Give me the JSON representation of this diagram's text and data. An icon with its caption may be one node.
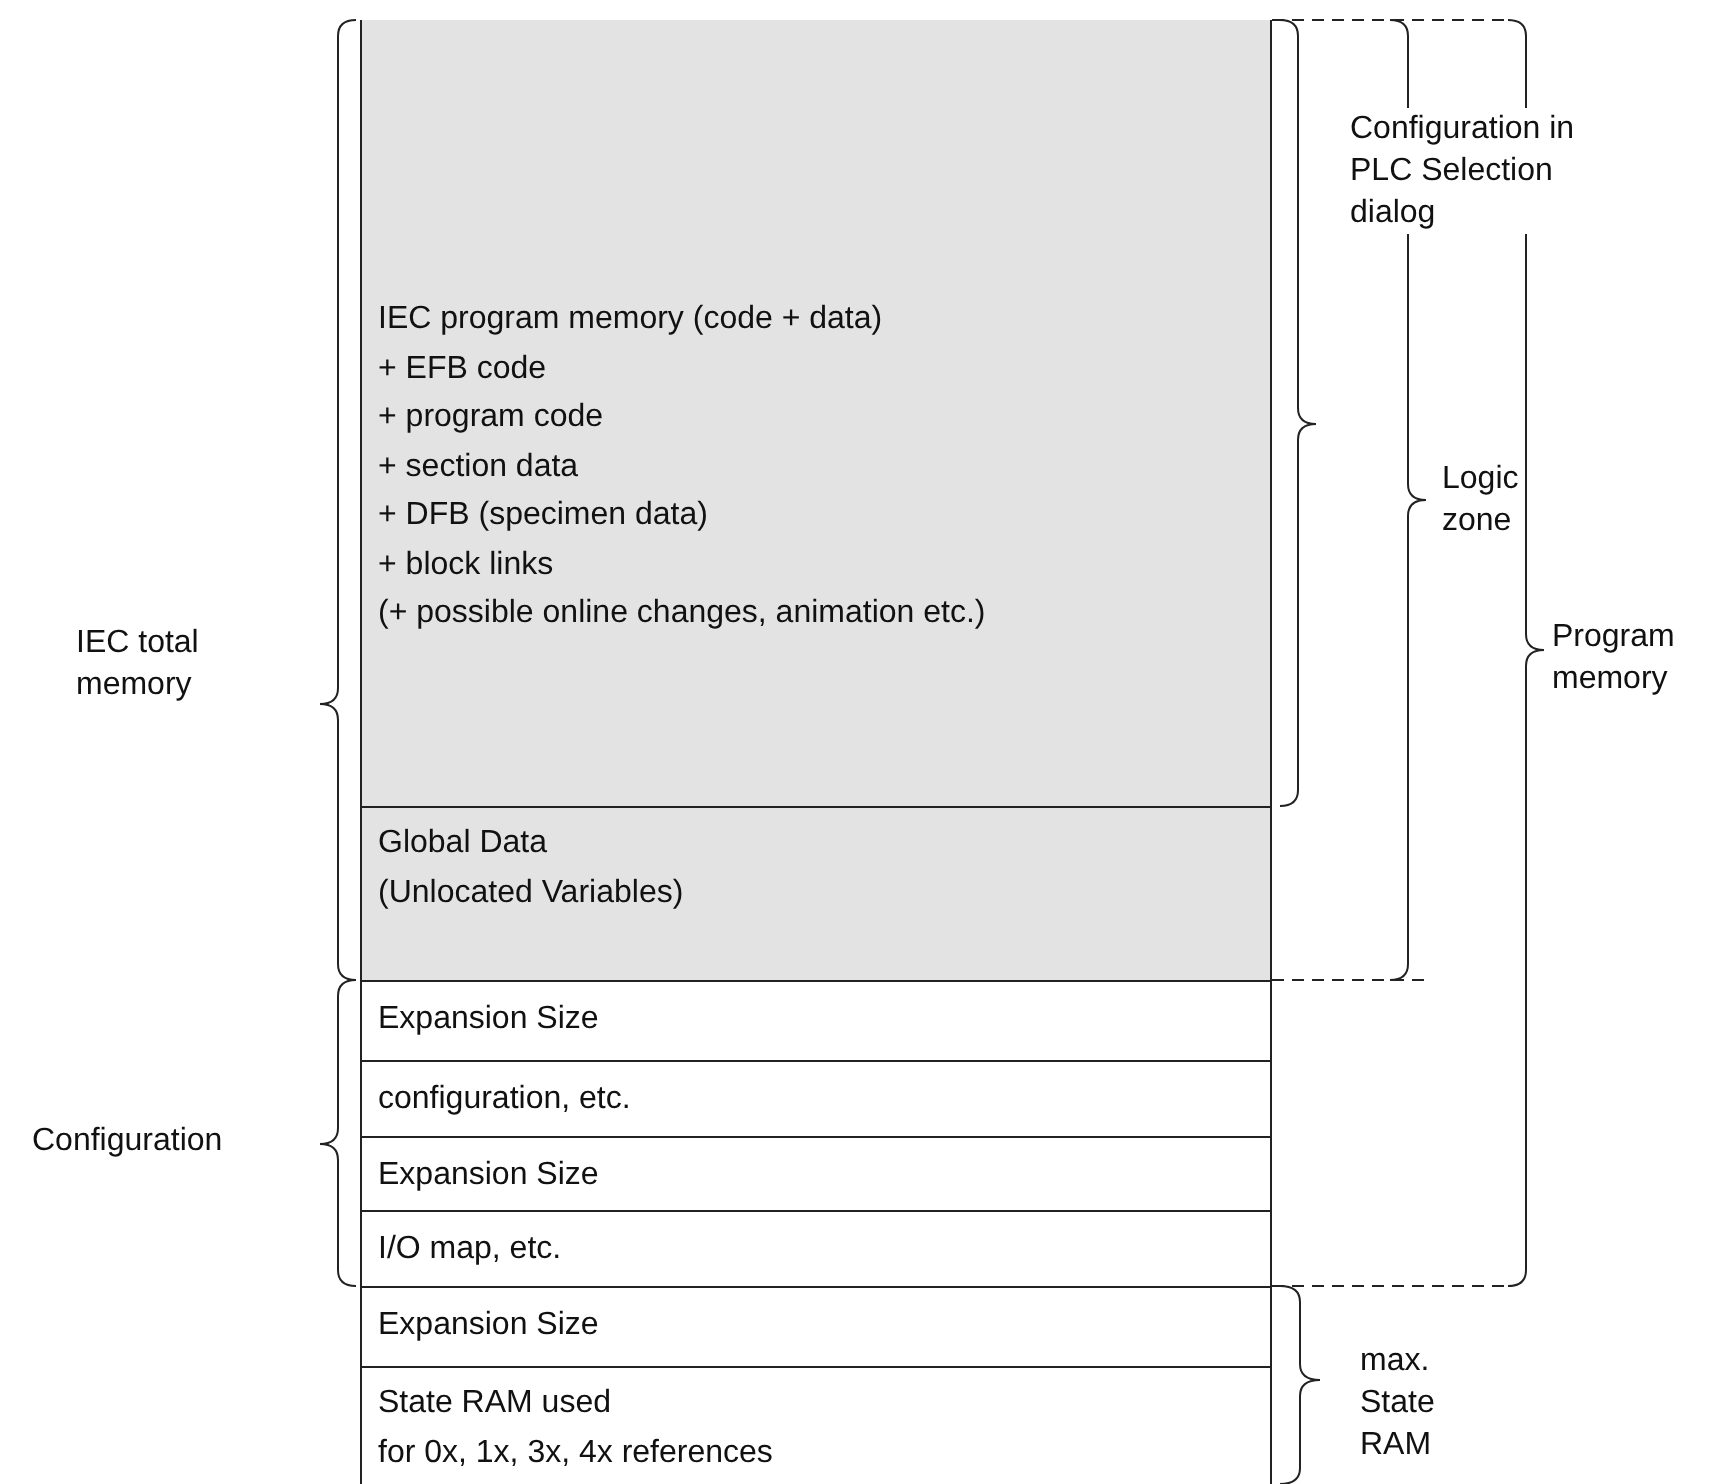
{
  "diagram": {
    "nodes": [
      {
        "text": [
          "IEC program memory (code + data)",
          "+ EFB code",
          "+ program code",
          "+ section data",
          "+ DFB (specimen data)",
          "+ block links",
          "(+ possible online changes, animation etc.)"
        ]
      },
      {
        "text": [
          "Global Data",
          "(Unlocated Variables)"
        ]
      },
      {
        "text": [
          "Expansion Size"
        ]
      },
      {
        "text": [
          "configuration, etc."
        ]
      },
      {
        "text": [
          "Expansion Size"
        ]
      },
      {
        "text": [
          "I/O map, etc."
        ]
      },
      {
        "text": [
          "Expansion Size"
        ]
      },
      {
        "text": [
          "State RAM used",
          "for 0x, 1x, 3x, 4x references"
        ]
      }
    ],
    "labels": [
      "Configuration in PLC Selection dialog",
      "Logic zone",
      "IEC total memory",
      "Program memory",
      "Configuration",
      "max. State RAM"
    ]
  }
}
